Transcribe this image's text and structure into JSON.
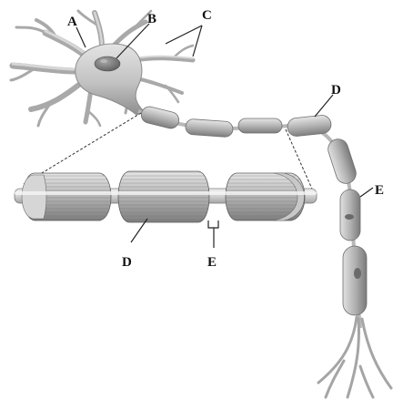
{
  "diagram": {
    "labels": {
      "a": "A",
      "b": "B",
      "c": "C",
      "d_top": "D",
      "e_right": "E",
      "d_bottom": "D",
      "e_bottom": "E"
    },
    "colors": {
      "cell": "#c4c4c4",
      "cell_dark": "#8a8a8a",
      "cell_light": "#e2e2e2",
      "myelin": "#b0b0b0",
      "myelin_stripe": "#7a7a7a",
      "axon": "#d8d8d8",
      "nucleus": "#7f7f7f",
      "leader_line": "#222222"
    }
  }
}
